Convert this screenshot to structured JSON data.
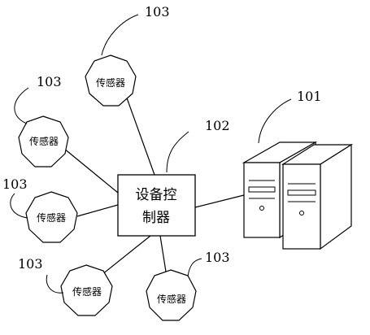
{
  "controller": {
    "ref": "102",
    "line1": "设备控",
    "line2": "制器"
  },
  "server": {
    "ref": "101"
  },
  "sensors": [
    {
      "ref": "103",
      "label": "传感器"
    },
    {
      "ref": "103",
      "label": "传感器"
    },
    {
      "ref": "103",
      "label": "传感器"
    },
    {
      "ref": "103",
      "label": "传感器"
    },
    {
      "ref": "103",
      "label": "传感器"
    }
  ]
}
